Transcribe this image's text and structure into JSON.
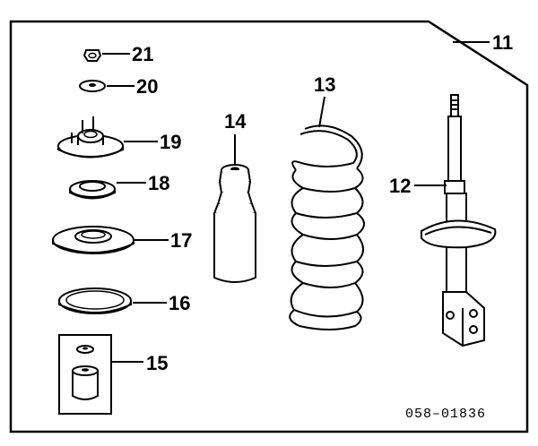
{
  "diagram": {
    "part_code": "058–01836",
    "callouts": {
      "c11": "11",
      "c12": "12",
      "c13": "13",
      "c14": "14",
      "c15": "15",
      "c16": "16",
      "c17": "17",
      "c18": "18",
      "c19": "19",
      "c20": "20",
      "c21": "21"
    }
  }
}
